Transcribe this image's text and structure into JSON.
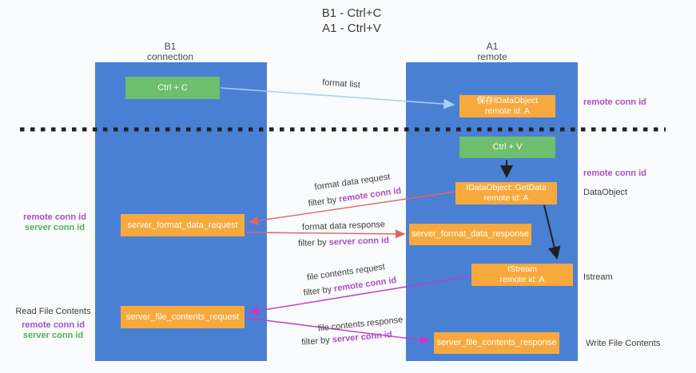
{
  "title": {
    "line1": "B1 - Ctrl+C",
    "line2": "A1 - Ctrl+V"
  },
  "lanes": {
    "left": {
      "name": "B1",
      "subtitle": "connection"
    },
    "right": {
      "name": "A1",
      "subtitle": "remote"
    }
  },
  "nodes": {
    "ctrl_c": "Ctrl + C",
    "save_idataobject": [
      "保存IDataObject",
      "remote id: A"
    ],
    "ctrl_v": "Ctrl + V",
    "getdata": [
      "IDataObject::GetData",
      "remote id: A"
    ],
    "istream_box": [
      "IStream",
      "remote id: A"
    ],
    "server_format_data_request": "server_format_data_request",
    "server_format_data_response": "server_format_data_response",
    "server_file_contents_request": "server_file_contents_request",
    "server_file_contents_response": "server_file_contents_response"
  },
  "arrow_labels": {
    "format_list": "format list",
    "format_data_request": "format data request",
    "format_data_response": "format data response",
    "file_contents_request": "file contents request",
    "file_contents_response": "file contents response",
    "filter_by": "filter by"
  },
  "labels": {
    "remote_conn_id": "remote conn id",
    "server_conn_id": "server conn id",
    "data_object": "DataObject",
    "istream": "Istream",
    "read_file_contents": "Read File Contents",
    "write_file_contents": "Write File Contents"
  },
  "colors": {
    "lane_blue": "#4a80d4",
    "box_green": "#6dbe6d",
    "box_orange": "#f8a93d",
    "arrow_lightblue": "#a6d2f0",
    "arrow_salmon": "#e06666",
    "arrow_magenta": "#c43bc4",
    "arrow_black": "#1f1f1f",
    "text_purple": "#a84fc5",
    "text_green": "#52b152"
  }
}
